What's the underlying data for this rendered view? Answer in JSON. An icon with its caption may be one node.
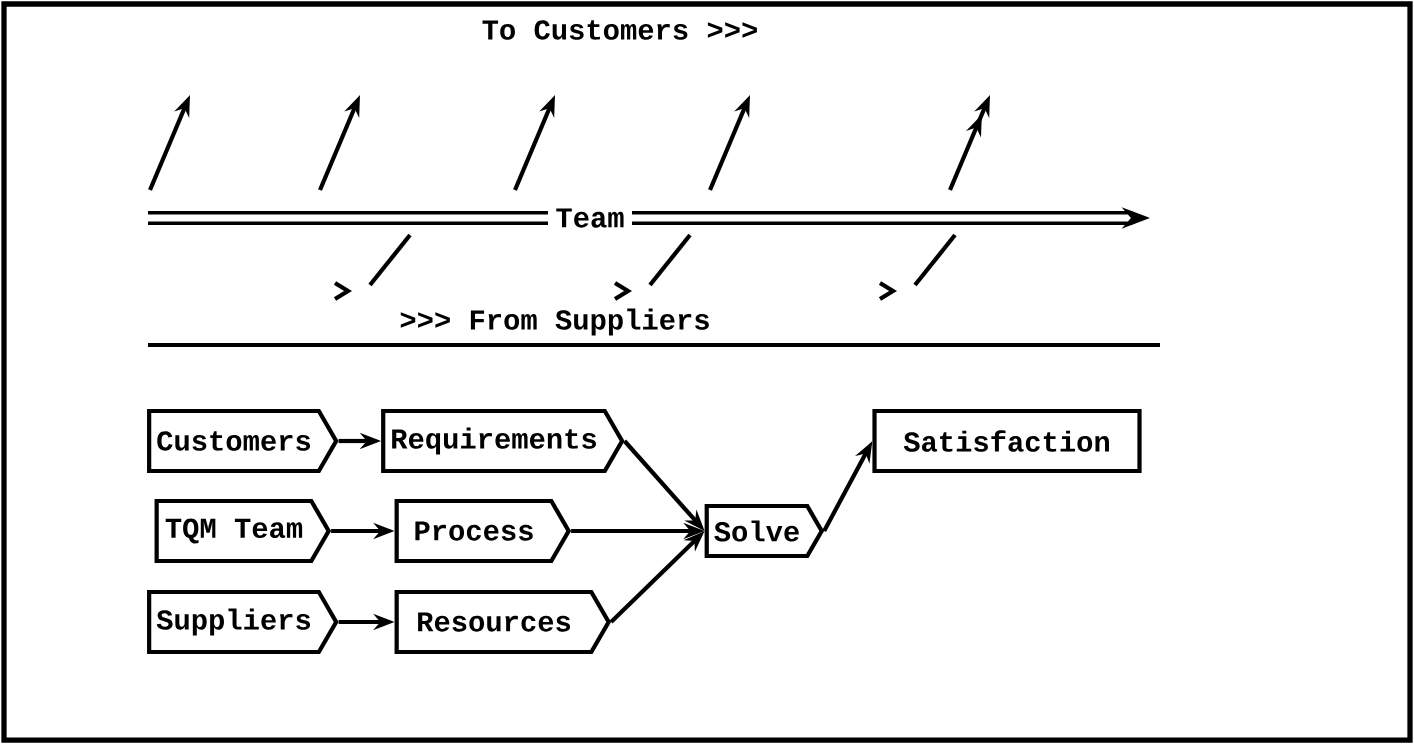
{
  "diagram": {
    "nodes": [
      {
        "text": [
          "Customers"
        ]
      },
      {
        "text": [
          "Requirements"
        ]
      },
      {
        "text": [
          "Satisfaction"
        ]
      },
      {
        "text": [
          "TQM Team"
        ]
      },
      {
        "text": [
          "Process"
        ]
      },
      {
        "text": [
          "Solve"
        ]
      },
      {
        "text": [
          "Suppliers"
        ]
      },
      {
        "text": [
          "Resources"
        ]
      }
    ],
    "edges": [
      {
        "from": 0,
        "to": 1,
        "arrow": "to"
      },
      {
        "from": 3,
        "to": 4,
        "arrow": "to"
      },
      {
        "from": 6,
        "to": 7,
        "arrow": "to"
      },
      {
        "from": 1,
        "to": 5,
        "arrow": "to"
      },
      {
        "from": 4,
        "to": 5,
        "arrow": "to"
      },
      {
        "from": 7,
        "to": 5,
        "arrow": "to"
      },
      {
        "from": 5,
        "to": 2,
        "arrow": "to"
      }
    ],
    "labels": [
      "To Customers >>>",
      "Team",
      ">>> From Suppliers"
    ]
  }
}
